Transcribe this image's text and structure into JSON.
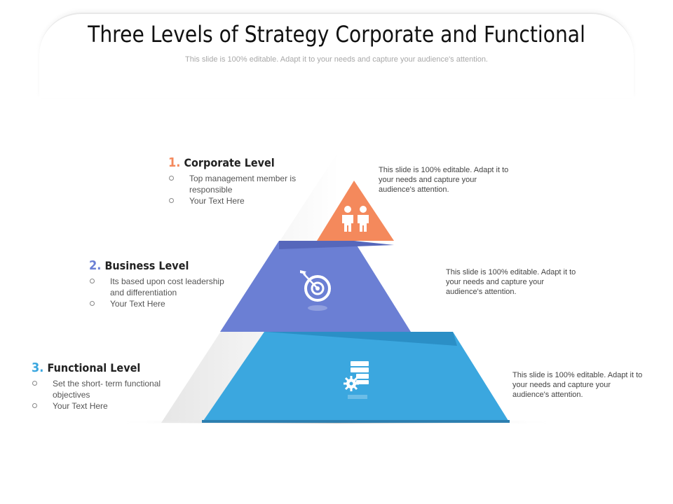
{
  "header": {
    "title": "Three Levels of Strategy Corporate and Functional",
    "subtitle": "This slide is 100% editable. Adapt it to your needs and capture your audience's attention."
  },
  "colors": {
    "corporate": "#f4895c",
    "business": "#6b7fd4",
    "functional": "#3ba7df"
  },
  "levels": [
    {
      "num": "1.",
      "title": "Corporate Level",
      "bullets": [
        "Top management member is responsible",
        "Your Text Here"
      ],
      "description": "This slide is 100% editable. Adapt it to your needs and capture your audience's attention.",
      "icon": "two-people-icon"
    },
    {
      "num": "2.",
      "title": "Business Level",
      "bullets": [
        "Its based upon cost leadership and differentiation",
        "Your Text Here"
      ],
      "description": "This slide is 100% editable. Adapt it to your needs and capture your audience's attention.",
      "icon": "target-icon"
    },
    {
      "num": "3.",
      "title": "Functional Level",
      "bullets": [
        "Set the short- term functional objectives",
        "Your Text Here"
      ],
      "description": "This slide is 100% editable. Adapt it to your needs and capture your audience's attention.",
      "icon": "server-gear-icon"
    }
  ]
}
